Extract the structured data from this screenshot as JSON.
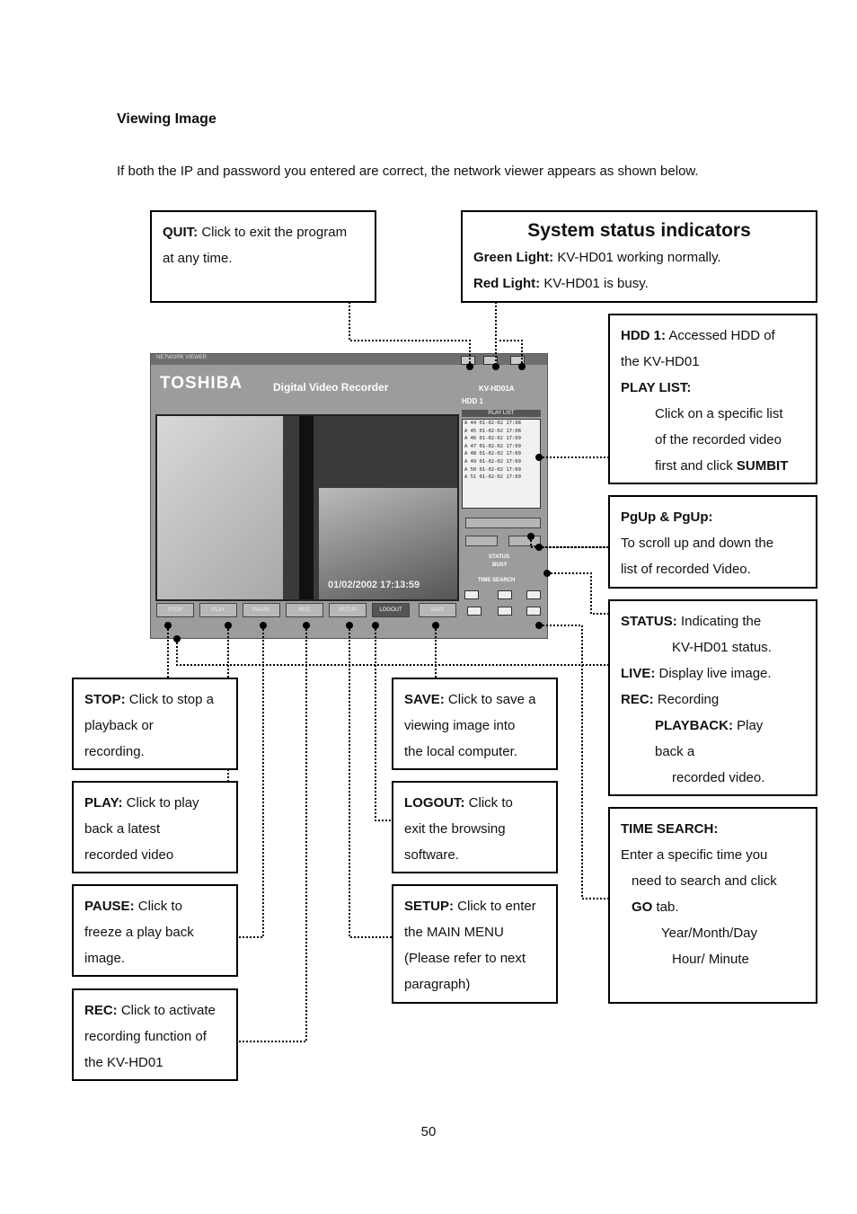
{
  "heading": "Viewing Image",
  "intro": "If both the IP and password you entered are correct, the network viewer appears as shown below.",
  "page_number": "50",
  "screenshot": {
    "title_bar": "NETWORK VIEWER",
    "logo": "TOSHIBA",
    "product": "Digital Video Recorder",
    "model": "KV-HD01A",
    "hdd": "HDD 1",
    "play_list_header": "PLAY LIST",
    "play_list_rows": [
      "A  44 01-02-02 17:08",
      "A  45 01-02-02 17:08",
      "A  46 01-02-02 17:09",
      "A  47 01-02-02 17:09",
      "A  48 01-02-02 17:09",
      "A  49 01-02-02 17:09",
      "A  50 01-02-02 17:09",
      "A  51 01-02-02 17:09"
    ],
    "status_label": "STATUS",
    "status_value": "BUSY",
    "time_search_label": "TIME SEARCH",
    "video_timestamp": "01/02/2002 17:13:59",
    "buttons": [
      "STOP",
      "PLAY",
      "PAUSE",
      "REC",
      "SETUP",
      "LOGOUT",
      "SAVE"
    ]
  },
  "callouts": {
    "quit": {
      "label": "QUIT:",
      "text1": " Click to exit the program",
      "text2": "at any time."
    },
    "system": {
      "title": "System status indicators",
      "green_label": "Green Light:",
      "green_text": " KV-HD01 working normally.",
      "red_label": "Red Light:",
      "red_text": " KV-HD01 is busy."
    },
    "hdd": {
      "label": "HDD 1:",
      "text1": " Accessed HDD of",
      "text2": "the KV-HD01",
      "playlist_label": "PLAY LIST:",
      "pl1": "Click on a specific list",
      "pl2": "of the recorded video",
      "pl3": "first and click ",
      "pl3_bold": "SUMBIT"
    },
    "pgup": {
      "label": "PgUp & PgUp:",
      "text1": "To scroll up and down the",
      "text2": "list of recorded Video."
    },
    "status": {
      "label": "STATUS:",
      "text1": " Indicating the",
      "text2": "KV-HD01 status.",
      "live_label": "LIVE:",
      "live_text": " Display live image.",
      "rec_label": "REC:",
      "rec_text": " Recording",
      "pb_label": "PLAYBACK:",
      "pb_text": " Play",
      "pb2": "back a",
      "pb3": "recorded video."
    },
    "time_search": {
      "label": "TIME SEARCH:",
      "text1": "Enter a specific time you",
      "text2": "need to search and click",
      "go_label": "GO",
      "go_text": " tab.",
      "text4": "Year/Month/Day",
      "text5": "Hour/ Minute"
    },
    "stop": {
      "label": "STOP:",
      "text1": " Click to stop a",
      "text2": "playback or",
      "text3": "recording."
    },
    "play": {
      "label": "PLAY:",
      "text1": " Click to play",
      "text2": "back a latest",
      "text3": "recorded video"
    },
    "pause": {
      "label": "PAUSE:",
      "text1": " Click to",
      "text2": "freeze a play back",
      "text3": "image."
    },
    "rec": {
      "label": "REC:",
      "text1": " Click to activate",
      "text2": "recording function of",
      "text3": "the KV-HD01"
    },
    "save": {
      "label": "SAVE:",
      "text1": " Click to save a",
      "text2": "viewing image into",
      "text3": "the local computer."
    },
    "logout": {
      "label": "LOGOUT:",
      "text1": " Click to",
      "text2": "exit the browsing",
      "text3": "software."
    },
    "setup": {
      "label": "SETUP:",
      "text1": " Click to enter",
      "text2": "the MAIN MENU",
      "text3": "(Please refer to next",
      "text4": "paragraph)"
    }
  }
}
